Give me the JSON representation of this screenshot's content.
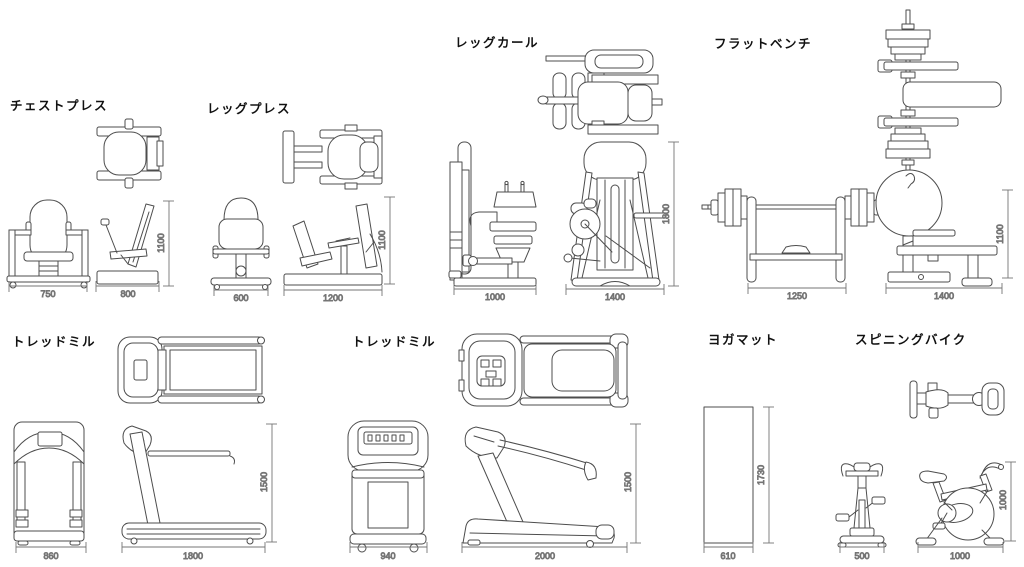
{
  "sheet": {
    "background_color": "#ffffff",
    "line_color": "#4d4d4d",
    "dimension_color": "#757575",
    "units": "mm"
  },
  "equipment": [
    {
      "id": "chest-press",
      "label": "チェストプレス",
      "dims": {
        "front": "750",
        "side": "800",
        "height": "1100"
      }
    },
    {
      "id": "leg-press",
      "label": "レッグプレス",
      "dims": {
        "front": "600",
        "side": "1200",
        "height": "1100"
      }
    },
    {
      "id": "leg-curl",
      "label": "レッグカール",
      "dims": {
        "front": "1000",
        "side": "1400",
        "height": "1800"
      }
    },
    {
      "id": "flat-bench",
      "label": "フラットベンチ",
      "dims": {
        "front": "1250",
        "side": "1400",
        "height": "1100"
      }
    },
    {
      "id": "treadmill-a",
      "label": "トレッドミル",
      "dims": {
        "front": "860",
        "side": "1800",
        "height": "1500"
      }
    },
    {
      "id": "treadmill-b",
      "label": "トレッドミル",
      "dims": {
        "front": "940",
        "side": "2000",
        "height": "1500"
      }
    },
    {
      "id": "yoga-mat",
      "label": "ヨガマット",
      "dims": {
        "width": "610",
        "height": "1730"
      }
    },
    {
      "id": "spinning-bike",
      "label": "スピニングバイク",
      "dims": {
        "front": "500",
        "side": "1000",
        "height": "1000"
      }
    }
  ]
}
